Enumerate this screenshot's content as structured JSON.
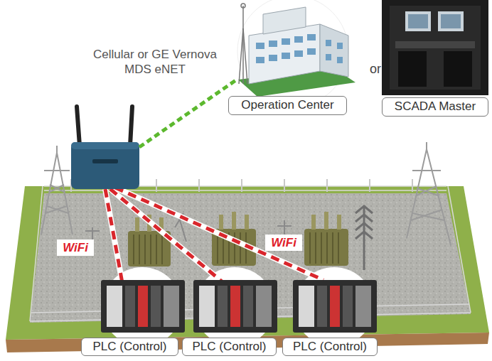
{
  "diagram": {
    "nodes": [
      {
        "text": [
          "Operation Center"
        ]
      },
      {
        "text": [
          "SCADA Master"
        ]
      },
      {
        "text": [
          "PLC (Control)"
        ]
      },
      {
        "text": [
          "PLC (Control)"
        ]
      },
      {
        "text": [
          "PLC (Control)"
        ]
      }
    ],
    "labels": [
      "Cellular or GE Vernova MDS eNET",
      "or",
      "WiFi",
      "WiFi"
    ]
  }
}
